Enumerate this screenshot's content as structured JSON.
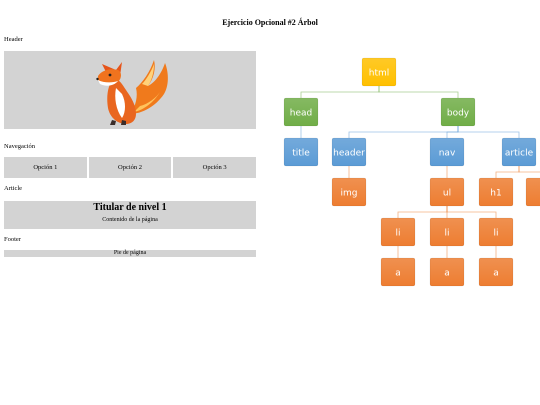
{
  "title": "Ejercicio Opcional #2 Árbol",
  "header_label": "Header",
  "nav_label": "Navegación",
  "nav_items": [
    "Opción 1",
    "Opción 2",
    "Opción 3"
  ],
  "article_label": "Article",
  "article_heading": "Titular de nivel 1",
  "article_content": "Contenido de la página",
  "footer_label": "Footer",
  "footer_text": "Pie de página",
  "tree": {
    "nodes": [
      {
        "id": "html",
        "label": "html",
        "color": "#ffc000"
      },
      {
        "id": "head",
        "label": "head",
        "color": "#70ad47"
      },
      {
        "id": "body",
        "label": "body",
        "color": "#70ad47"
      },
      {
        "id": "title",
        "label": "title",
        "color": "#5b9bd5"
      },
      {
        "id": "header",
        "label": "header",
        "color": "#5b9bd5"
      },
      {
        "id": "nav",
        "label": "nav",
        "color": "#5b9bd5"
      },
      {
        "id": "article",
        "label": "article",
        "color": "#5b9bd5"
      },
      {
        "id": "img",
        "label": "img",
        "color": "#ed7d31"
      },
      {
        "id": "ul",
        "label": "ul",
        "color": "#ed7d31"
      },
      {
        "id": "h1",
        "label": "h1",
        "color": "#ed7d31"
      },
      {
        "id": "p",
        "label": "",
        "color": "#ed7d31"
      },
      {
        "id": "li1",
        "label": "li",
        "color": "#ed7d31"
      },
      {
        "id": "li2",
        "label": "li",
        "color": "#ed7d31"
      },
      {
        "id": "li3",
        "label": "li",
        "color": "#ed7d31"
      },
      {
        "id": "a1",
        "label": "a",
        "color": "#ed7d31"
      },
      {
        "id": "a2",
        "label": "a",
        "color": "#ed7d31"
      },
      {
        "id": "a3",
        "label": "a",
        "color": "#ed7d31"
      }
    ],
    "edges": [
      [
        "html",
        "head"
      ],
      [
        "html",
        "body"
      ],
      [
        "head",
        "title"
      ],
      [
        "body",
        "header"
      ],
      [
        "body",
        "nav"
      ],
      [
        "body",
        "article"
      ],
      [
        "header",
        "img"
      ],
      [
        "nav",
        "ul"
      ],
      [
        "article",
        "h1"
      ],
      [
        "article",
        "p"
      ],
      [
        "ul",
        "li1"
      ],
      [
        "ul",
        "li2"
      ],
      [
        "ul",
        "li3"
      ],
      [
        "li1",
        "a1"
      ],
      [
        "li2",
        "a2"
      ],
      [
        "li3",
        "a3"
      ]
    ]
  }
}
